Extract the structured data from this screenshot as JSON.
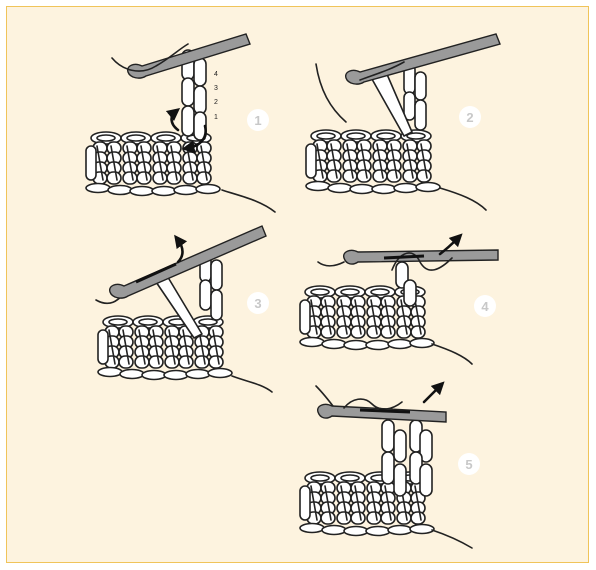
{
  "steps": [
    {
      "id": "1",
      "label": "1"
    },
    {
      "id": "2",
      "label": "2"
    },
    {
      "id": "3",
      "label": "3"
    },
    {
      "id": "4",
      "label": "4"
    },
    {
      "id": "5",
      "label": "5"
    }
  ],
  "chain_counts": [
    "4",
    "3",
    "2",
    "1"
  ],
  "colors": {
    "background": "#fdf3df",
    "border": "#f0c45a",
    "hook": "#9a9a9a",
    "line": "#222222",
    "badge_text": "#c8c8c8"
  }
}
